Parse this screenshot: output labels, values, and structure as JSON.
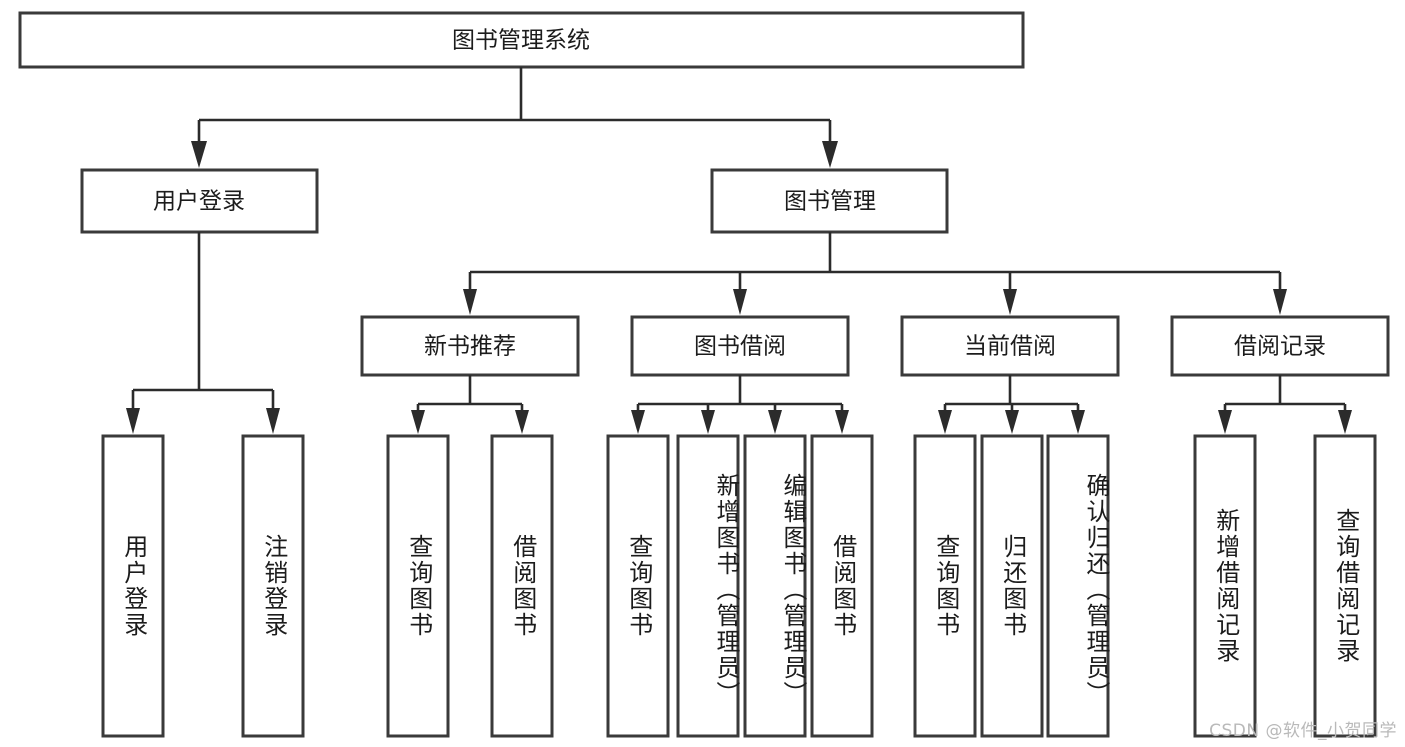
{
  "diagram": {
    "title": "图书管理系统",
    "type": "hierarchy-tree",
    "watermark": "CSDN @软件_小贺同学",
    "colors": {
      "box_stroke": "#3a3a3a",
      "edge_stroke": "#2b2b2b",
      "box_fill": "#ffffff",
      "text": "#1c1c1c",
      "watermark": "#b9b9b9"
    },
    "levels": {
      "root": {
        "label": "图书管理系统"
      },
      "level2": [
        {
          "label": "用户登录"
        },
        {
          "label": "图书管理"
        }
      ],
      "level3": [
        {
          "label": "新书推荐"
        },
        {
          "label": "图书借阅"
        },
        {
          "label": "当前借阅"
        },
        {
          "label": "借阅记录"
        }
      ],
      "leaves": {
        "user_login": [
          {
            "label": "用户登录"
          },
          {
            "label": "注销登录"
          }
        ],
        "new_book_recommend": [
          {
            "label": "查询图书"
          },
          {
            "label": "借阅图书"
          }
        ],
        "book_borrow": [
          {
            "label": "查询图书"
          },
          {
            "label": "新增图书（管理员）"
          },
          {
            "label": "编辑图书（管理员）"
          },
          {
            "label": "借阅图书"
          }
        ],
        "current_borrow": [
          {
            "label": "查询图书"
          },
          {
            "label": "归还图书"
          },
          {
            "label": "确认归还（管理员）"
          }
        ],
        "borrow_record": [
          {
            "label": "新增借阅记录"
          },
          {
            "label": "查询借阅记录"
          }
        ]
      }
    }
  }
}
